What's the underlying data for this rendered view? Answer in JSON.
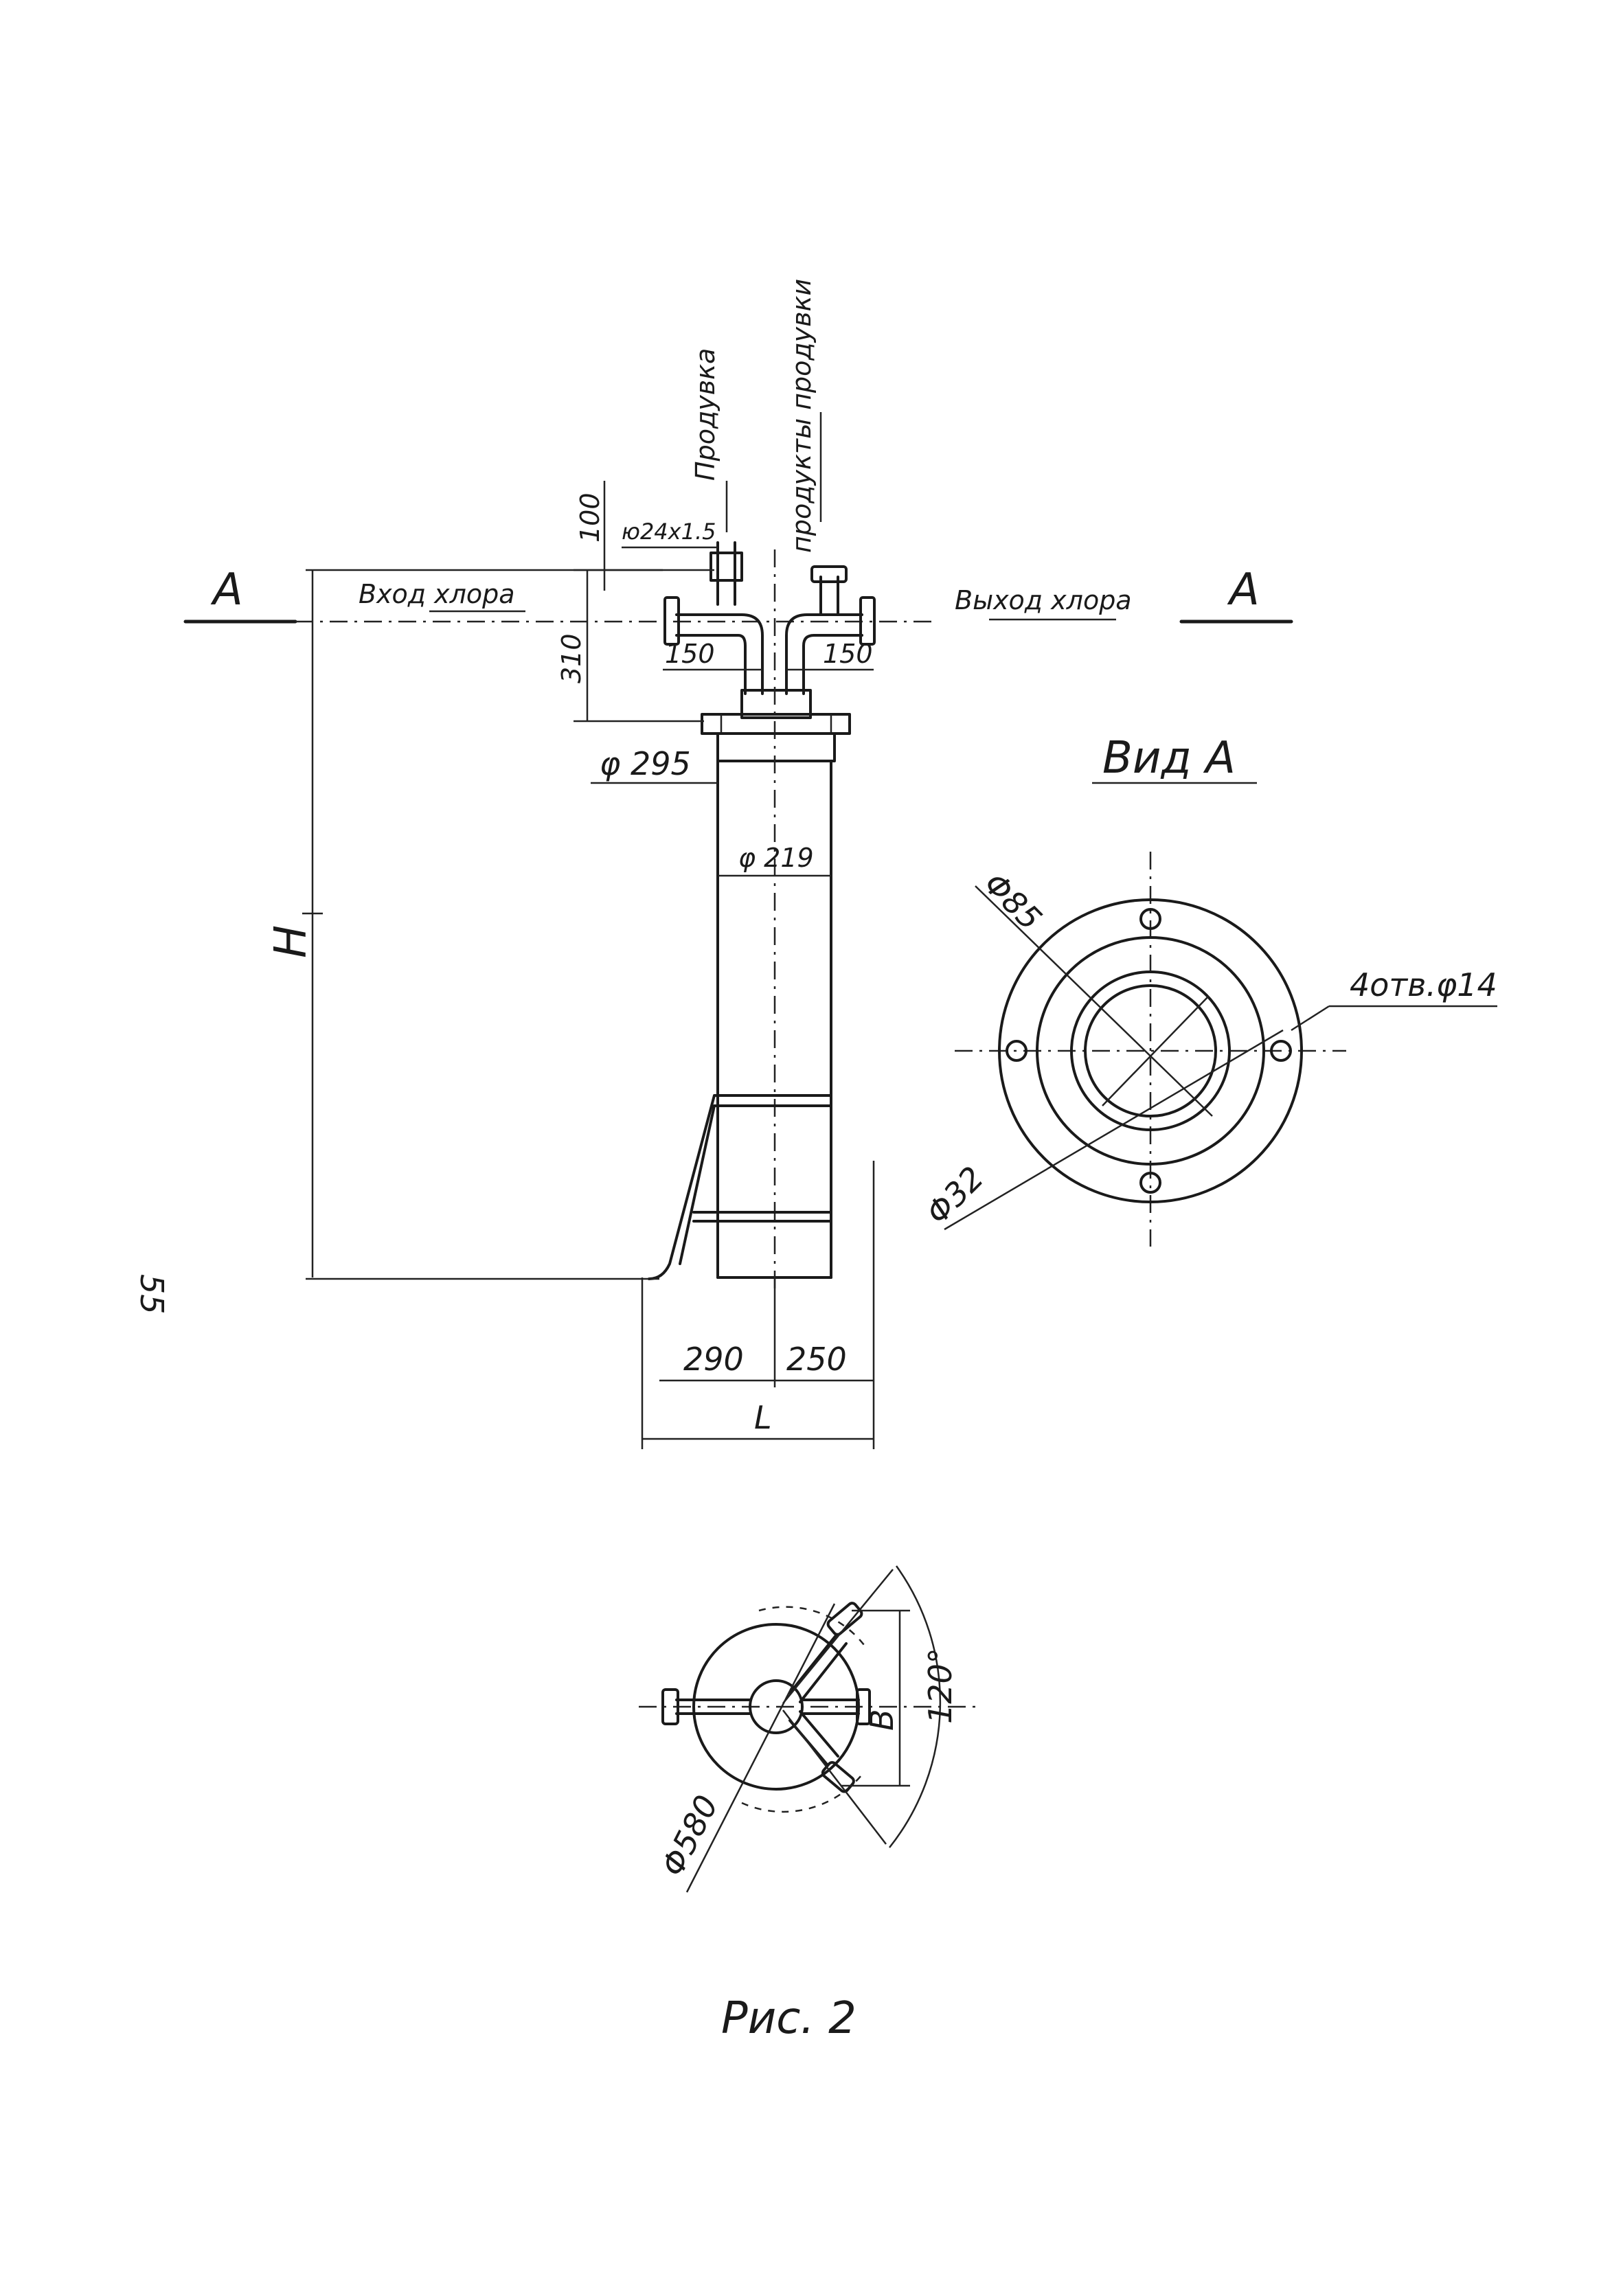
{
  "labels": {
    "section_mark_left": "А",
    "section_mark_right": "А",
    "inlet": "Вход хлора",
    "outlet": "Выход хлора",
    "purge": "Продувка",
    "purge_products": "продукты продувки",
    "nozzle": "ю24x1.5",
    "view_a": "Вид А",
    "page_number": "55",
    "caption": "Рис. 2"
  },
  "dimensions": {
    "d100": "100",
    "d310": "310",
    "d150_left": "150",
    "d150_right": "150",
    "phi295": "φ 295",
    "phi219": "φ 219",
    "h": "H",
    "d290": "290",
    "d250": "250",
    "l": "L",
    "phi85": "Φ85",
    "phi32": "Φ32",
    "holes": "4отв.φ14",
    "phi580": "Φ580",
    "b": "B",
    "angle120": "120°"
  }
}
